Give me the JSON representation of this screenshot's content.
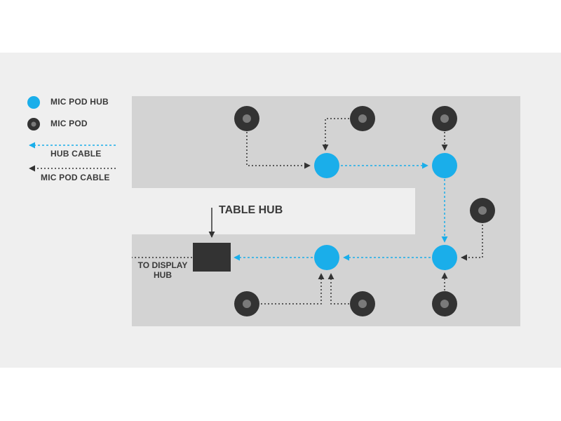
{
  "legend": {
    "mic_pod_hub": "MIC POD HUB",
    "mic_pod": "MIC POD",
    "hub_cable": "HUB CABLE",
    "mic_pod_cable": "MIC POD CABLE"
  },
  "labels": {
    "table_hub": "TABLE HUB",
    "to_display_hub_line1": "TO DISPLAY",
    "to_display_hub_line2": "HUB"
  },
  "colors": {
    "hub": "#1aaeea",
    "pod_outer": "#333333",
    "pod_inner": "#7a7a7a",
    "table": "#d3d3d3",
    "background": "#efefef",
    "cable": "#333333"
  }
}
